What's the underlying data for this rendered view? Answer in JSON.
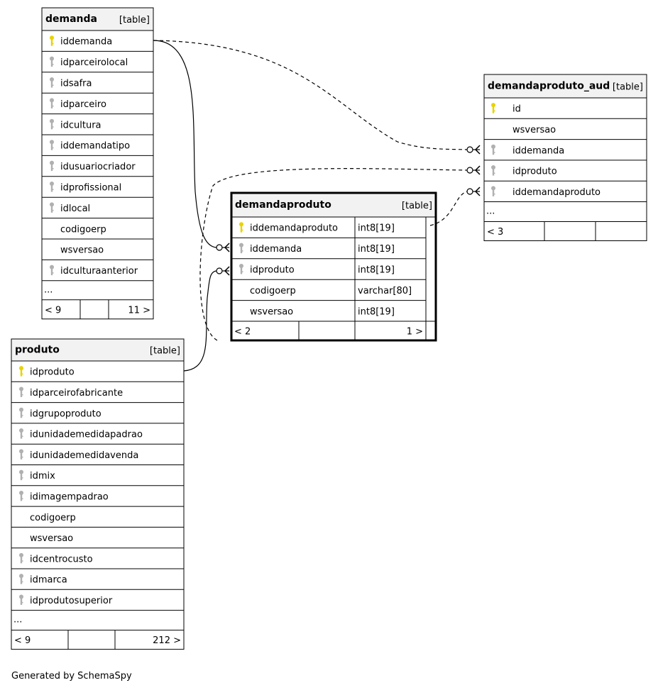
{
  "tables": {
    "demanda": {
      "name": "demanda",
      "kind": "[table]",
      "columns": [
        {
          "name": "iddemanda",
          "key": "primary"
        },
        {
          "name": "idparceirolocal",
          "key": "foreign"
        },
        {
          "name": "idsafra",
          "key": "foreign"
        },
        {
          "name": "idparceiro",
          "key": "foreign"
        },
        {
          "name": "idcultura",
          "key": "foreign"
        },
        {
          "name": "iddemandatipo",
          "key": "foreign"
        },
        {
          "name": "idusuariocriador",
          "key": "foreign"
        },
        {
          "name": "idprofissional",
          "key": "foreign"
        },
        {
          "name": "idlocal",
          "key": "foreign"
        },
        {
          "name": "codigoerp",
          "key": "none"
        },
        {
          "name": "wsversao",
          "key": "none"
        },
        {
          "name": "idculturaanterior",
          "key": "foreign"
        }
      ],
      "ellipsis": "...",
      "footer": {
        "left": "< 9",
        "right": "11 >"
      }
    },
    "produto": {
      "name": "produto",
      "kind": "[table]",
      "columns": [
        {
          "name": "idproduto",
          "key": "primary"
        },
        {
          "name": "idparceirofabricante",
          "key": "foreign"
        },
        {
          "name": "idgrupoproduto",
          "key": "foreign"
        },
        {
          "name": "idunidademedidapadrao",
          "key": "foreign"
        },
        {
          "name": "idunidademedidavenda",
          "key": "foreign"
        },
        {
          "name": "idmix",
          "key": "foreign"
        },
        {
          "name": "idimagempadrao",
          "key": "foreign"
        },
        {
          "name": "codigoerp",
          "key": "none"
        },
        {
          "name": "wsversao",
          "key": "none"
        },
        {
          "name": "idcentrocusto",
          "key": "foreign"
        },
        {
          "name": "idmarca",
          "key": "foreign"
        },
        {
          "name": "idprodutosuperior",
          "key": "foreign"
        }
      ],
      "ellipsis": "...",
      "footer": {
        "left": "< 9",
        "right": "212 >"
      }
    },
    "demandaproduto": {
      "name": "demandaproduto",
      "kind": "[table]",
      "columns": [
        {
          "name": "iddemandaproduto",
          "key": "primary",
          "type": "int8[19]"
        },
        {
          "name": "iddemanda",
          "key": "foreign",
          "type": "int8[19]"
        },
        {
          "name": "idproduto",
          "key": "foreign",
          "type": "int8[19]"
        },
        {
          "name": "codigoerp",
          "key": "none",
          "type": "varchar[80]"
        },
        {
          "name": "wsversao",
          "key": "none",
          "type": "int8[19]"
        }
      ],
      "footer": {
        "left": "< 2",
        "right": "1 >"
      }
    },
    "demandaproduto_aud": {
      "name": "demandaproduto_aud",
      "kind": "[table]",
      "columns": [
        {
          "name": "id",
          "key": "primary"
        },
        {
          "name": "wsversao",
          "key": "none"
        },
        {
          "name": "iddemanda",
          "key": "foreign"
        },
        {
          "name": "idproduto",
          "key": "foreign"
        },
        {
          "name": "iddemandaproduto",
          "key": "foreign"
        }
      ],
      "ellipsis": "...",
      "footer": {
        "left": "< 3",
        "right": ""
      }
    }
  },
  "colors": {
    "primary_key": "#e8d300",
    "foreign_key": "#b0b0b0",
    "header_bg": "#f2f2f2",
    "line": "#000000"
  },
  "icons": {
    "primary_key": "key-icon",
    "foreign_key": "key-icon"
  },
  "footer_note": "Generated by SchemaSpy"
}
